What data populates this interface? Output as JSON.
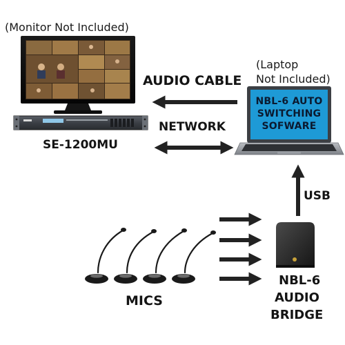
{
  "notes": {
    "monitor": "(Monitor Not Included)",
    "laptop_line1": "(Laptop",
    "laptop_line2": "Not Included)"
  },
  "labels": {
    "audio_cable": "AUDIO CABLE",
    "network": "NETWORK",
    "recorder": "SE-1200MU",
    "usb": "USB",
    "mics": "MICS",
    "bridge_line1": "NBL-6",
    "bridge_line2": "AUDIO",
    "bridge_line3": "BRIDGE"
  },
  "laptop_screen": {
    "line1": "NBL-6 AUTO",
    "line2": "SWITCHING",
    "line3": "SOFWARE"
  },
  "colors": {
    "screen_bg": "#1e9ad6",
    "arrow": "#222222",
    "device": "#2c2c2c"
  }
}
